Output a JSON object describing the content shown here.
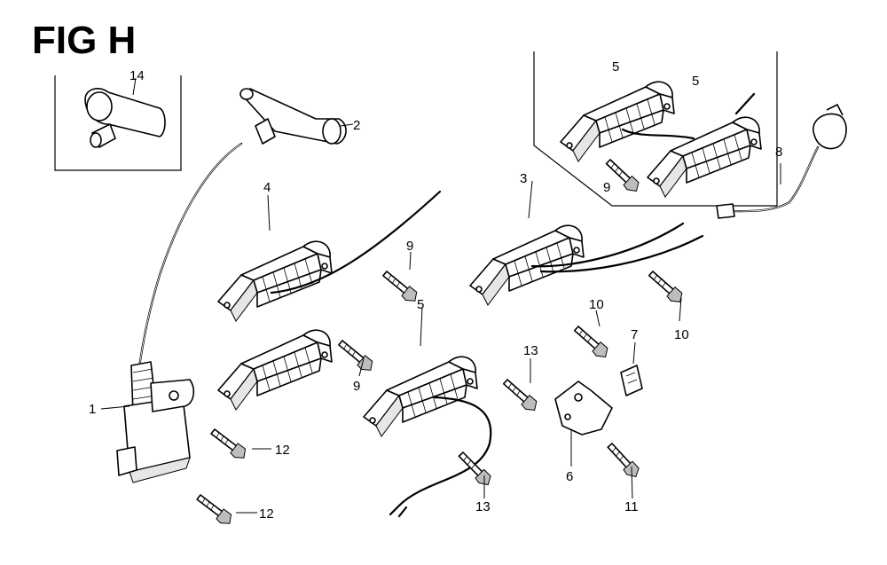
{
  "figure": {
    "title": "FIG H"
  },
  "callouts": {
    "c1": "1",
    "c2": "2",
    "c3": "3",
    "c4": "4",
    "c5a": "5",
    "c5b": "5",
    "c5c": "5",
    "c6": "6",
    "c7": "7",
    "c8": "8",
    "c9a": "9",
    "c9b": "9",
    "c9c": "9",
    "c10a": "10",
    "c10b": "10",
    "c11": "11",
    "c12a": "12",
    "c12b": "12",
    "c13a": "13",
    "c13b": "13",
    "c14": "14"
  }
}
